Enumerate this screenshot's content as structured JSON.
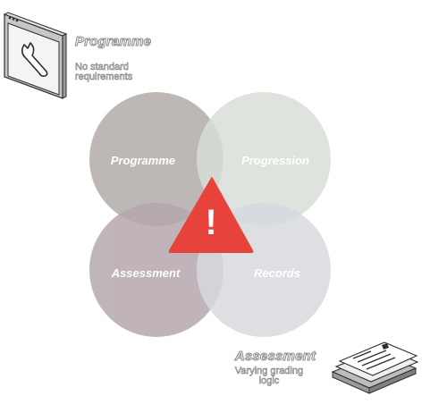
{
  "diagram": {
    "circles": [
      {
        "label": "Programme",
        "color": "#a9a29f"
      },
      {
        "label": "Progression",
        "color": "#d5dad3"
      },
      {
        "label": "Assessment",
        "color": "#ad9ea5"
      },
      {
        "label": "Records",
        "color": "#d2d5db"
      }
    ],
    "warning": {
      "symbol": "!",
      "color": "#e8433a"
    }
  },
  "callouts": {
    "programme": {
      "title": "Programme",
      "lines": [
        "No standard",
        "requirements"
      ],
      "icon": "wrench-window-icon"
    },
    "assessment": {
      "title": "Assessment",
      "lines": [
        "Varying grading",
        "logic"
      ],
      "icon": "document-stack-icon"
    }
  }
}
